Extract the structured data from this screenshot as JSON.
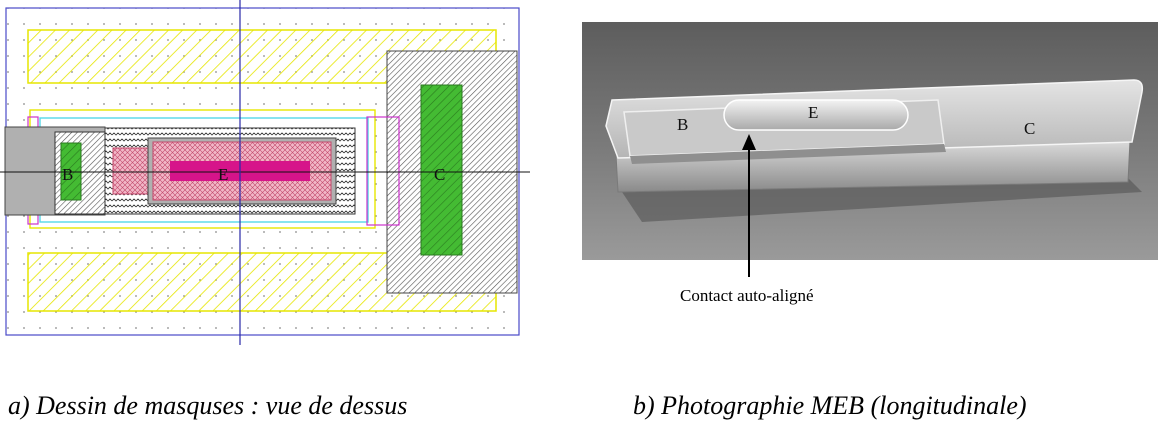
{
  "mask_drawing": {
    "labels": {
      "b": "B",
      "e": "E",
      "c": "C"
    },
    "colors": {
      "border": "#4a4ac8",
      "yellow": "#e6e600",
      "cyan": "#55d8e8",
      "magenta": "#cc33cc",
      "green": "#44bb33",
      "gray_fill": "#b0b0b0",
      "pink_fill": "#e890a8",
      "emitter_fill": "#d6148a"
    }
  },
  "sem_photo": {
    "labels": {
      "b": "B",
      "e": "E",
      "c": "C"
    },
    "annotation": "Contact auto-aligné"
  },
  "captions": {
    "a": "a) Dessin de masquses : vue de dessus",
    "b": "b) Photographie MEB (longitudinale)"
  }
}
